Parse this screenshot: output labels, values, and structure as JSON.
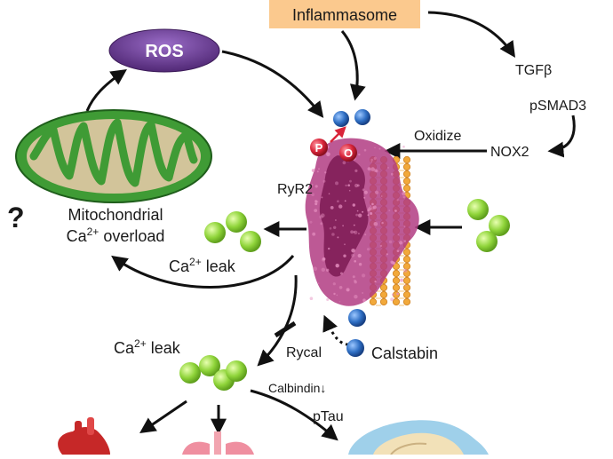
{
  "labels": {
    "inflammasome": "Inflammasome",
    "ros": "ROS",
    "tgfb": "TGFβ",
    "psmad3": "pSMAD3",
    "oxidize": "Oxidize",
    "nox2": "NOX2",
    "ryr2": "RyR2",
    "mito_line1": "Mitochondrial",
    "mito_line2_prefix": "Ca",
    "mito_line2_sup": "2+",
    "mito_line2_suffix": " overload",
    "question": "?",
    "ca_leak_top_prefix": "Ca",
    "ca_leak_top_sup": "2+",
    "ca_leak_top_suffix": " leak",
    "ca_leak_bottom_prefix": "Ca",
    "ca_leak_bottom_sup": "2+",
    "ca_leak_bottom_suffix": " leak",
    "rycal": "Rycal",
    "calstabin": "Calstabin",
    "calbindin": "Calbindin",
    "calbindin_arrow": "↓",
    "ptau": "pTau",
    "phospho_p": "P",
    "phospho_o": "O"
  },
  "colors": {
    "inflammasome_box": "#fbc98e",
    "ros_fill": "#6a3c97",
    "mito_outer": "#3f9b35",
    "mito_inner": "#d2c49a",
    "ca_green": "#8fd43a",
    "calstabin_blue": "#2f6fc4",
    "ryr2_magenta": "#b23c82",
    "membrane_orange": "#f2a93a",
    "phospho_red": "#d9253a",
    "brain_blue": "#9fd0ea"
  }
}
